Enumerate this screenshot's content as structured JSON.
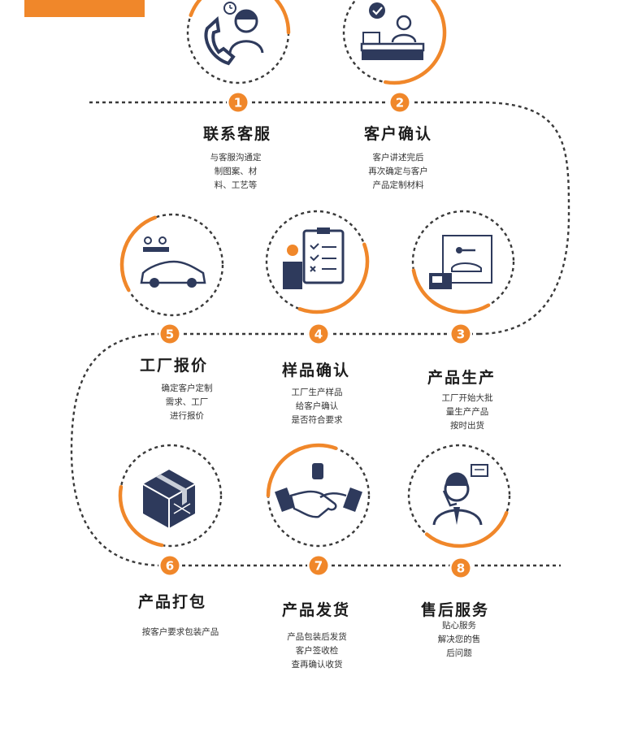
{
  "accent_color": "#f0872a",
  "line_color": "#3a3a3a",
  "icon_color": "#2e3a5c",
  "steps": [
    {
      "num": "1",
      "title": "联系客服",
      "lines": [
        "与客服沟通定",
        "制图案、材",
        "料、工艺等"
      ],
      "icon": "phone-service-icon"
    },
    {
      "num": "2",
      "title": "客户确认",
      "lines": [
        "客户讲述完后",
        "再次确定与客户",
        "产品定制材料"
      ],
      "icon": "reception-desk-icon"
    },
    {
      "num": "3",
      "title": "产品生产",
      "lines": [
        "工厂开始大批",
        "量生产产品",
        "按时出货"
      ],
      "icon": "production-order-icon"
    },
    {
      "num": "4",
      "title": "样品确认",
      "lines": [
        "工厂生产样品",
        "给客户确认",
        "是否符合要求"
      ],
      "icon": "checklist-icon"
    },
    {
      "num": "5",
      "title": "工厂报价",
      "lines": [
        "确定客户定制",
        "需求、工厂",
        "进行报价"
      ],
      "icon": "car-quote-icon"
    },
    {
      "num": "6",
      "title": "产品打包",
      "lines": [
        "按客户要求包装产品"
      ],
      "icon": "package-box-icon"
    },
    {
      "num": "7",
      "title": "产品发货",
      "lines": [
        "产品包装后发货",
        "客户签收检",
        "查再确认收货"
      ],
      "icon": "handshake-icon"
    },
    {
      "num": "8",
      "title": "售后服务",
      "lines": [
        "贴心服务",
        "解决您的售",
        "后问题"
      ],
      "icon": "headset-support-icon"
    }
  ]
}
